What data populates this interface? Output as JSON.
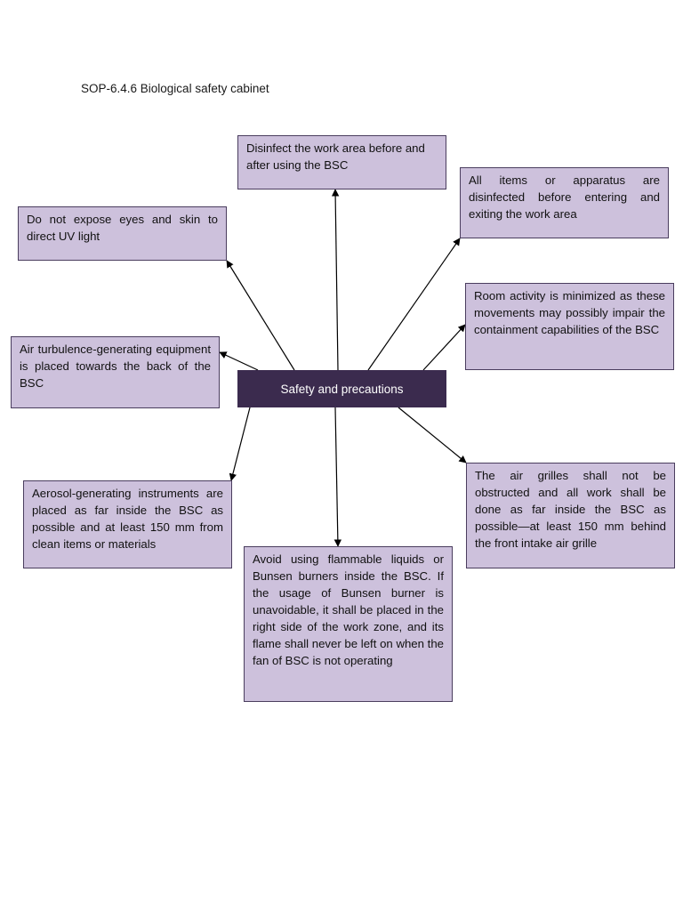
{
  "document": {
    "heading": "SOP-6.4.6 Biological safety cabinet"
  },
  "diagram": {
    "center": "Safety and precautions",
    "nodes": {
      "disinfect_work_area": "Disinfect the work area before and after using the BSC",
      "items_disinfected": "All items or apparatus are disinfected before entering and exiting the work area",
      "uv_light": "Do not expose eyes and skin to direct UV light",
      "room_activity": "Room activity is minimized as these movements may possibly impair the containment capabilities of the BSC",
      "air_turbulence": "Air turbulence-generating equipment is placed towards the back of the BSC",
      "aerosol": "Aerosol-generating instruments are placed as far inside the BSC as possible and at least 150 mm from clean items or materials",
      "air_grilles": "The air grilles shall not be obstructed and all work shall be done as far inside the BSC as possible—at least 150 mm behind the front intake air grille",
      "flammable": "Avoid using flammable liquids or Bunsen burners inside the BSC. If the usage of Bunsen burner is unavoidable, it shall be placed in the right side of the work zone, and its flame shall never be left on when the fan of BSC is not operating"
    },
    "colors": {
      "node_fill": "#cdc1dc",
      "node_border": "#4a3d5e",
      "center_fill": "#3b2b4e",
      "arrow": "#000000"
    }
  }
}
